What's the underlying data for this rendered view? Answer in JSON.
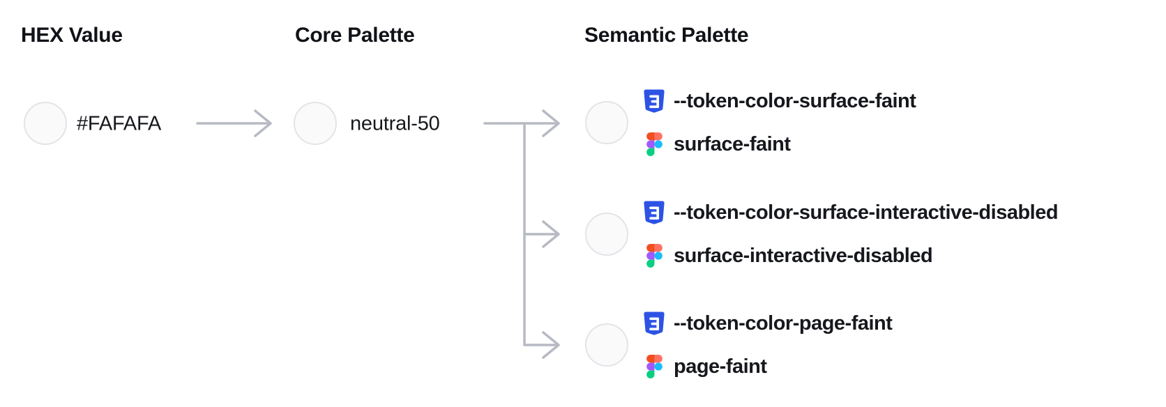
{
  "diagram_title": "color token mapping",
  "columns": {
    "hex": {
      "title": "HEX Value"
    },
    "core": {
      "title": "Core Palette"
    },
    "semantic": {
      "title": "Semantic Palette"
    }
  },
  "hex": {
    "value": "#FAFAFA",
    "swatch": "#FAFAFA"
  },
  "core": {
    "name": "neutral-50",
    "swatch": "#FAFAFA"
  },
  "semantic_tokens": [
    {
      "css_variable": "--token-color-surface-faint",
      "figma_style": "surface-faint",
      "swatch": "#FAFAFA"
    },
    {
      "css_variable": "--token-color-surface-interactive-disabled",
      "figma_style": "surface-interactive-disabled",
      "swatch": "#FAFAFA"
    },
    {
      "css_variable": "--token-color-page-faint",
      "figma_style": "page-faint",
      "swatch": "#FAFAFA"
    }
  ],
  "icons": {
    "css": "css3-shield-icon",
    "figma": "figma-logo-icon"
  },
  "colors": {
    "connector": "#b7bac3",
    "swatch_fill": "#FAFAFA",
    "swatch_border": "#e3e4e9",
    "heading_text": "#101217",
    "label_text": "#16181d",
    "css_badge_blue": "#2d53e5",
    "figma_top_left": "#F24E1E",
    "figma_top_right": "#FF7262",
    "figma_mid_left": "#A259FF",
    "figma_mid_right": "#1ABCFE",
    "figma_bottom": "#0ACF83"
  }
}
